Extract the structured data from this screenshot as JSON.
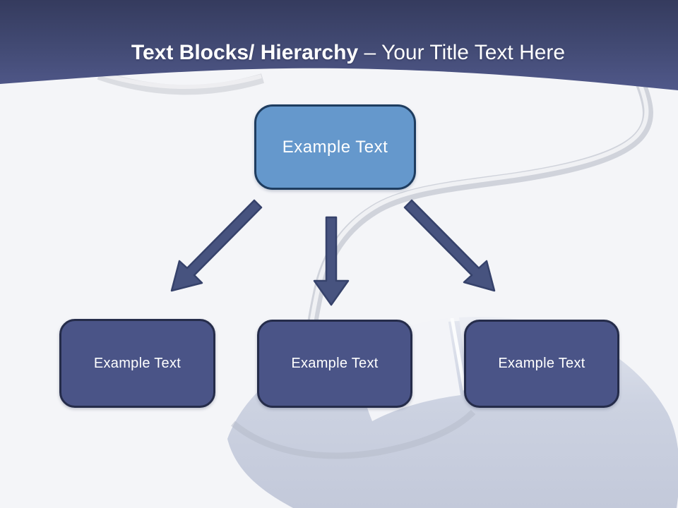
{
  "slide": {
    "background_color": "#f4f5f8",
    "header": {
      "title_bold": "Text Blocks/ Hierarchy",
      "title_regular": " – Your Title Text Here",
      "band_color_top": "#353b5e",
      "band_color_bottom": "#50588a",
      "text_color": "#ffffff"
    },
    "diagram": {
      "root": {
        "label": "Example Text",
        "fill": "#6598cc",
        "border": "#1e3c5f"
      },
      "children": [
        {
          "label": "Example Text"
        },
        {
          "label": "Example Text"
        },
        {
          "label": "Example Text"
        }
      ],
      "child_fill": "#4a5487",
      "child_border": "#252c4a",
      "arrow_fill": "#47537f",
      "arrow_border": "#36426b"
    },
    "background_art": "computer-mouse-photo"
  }
}
